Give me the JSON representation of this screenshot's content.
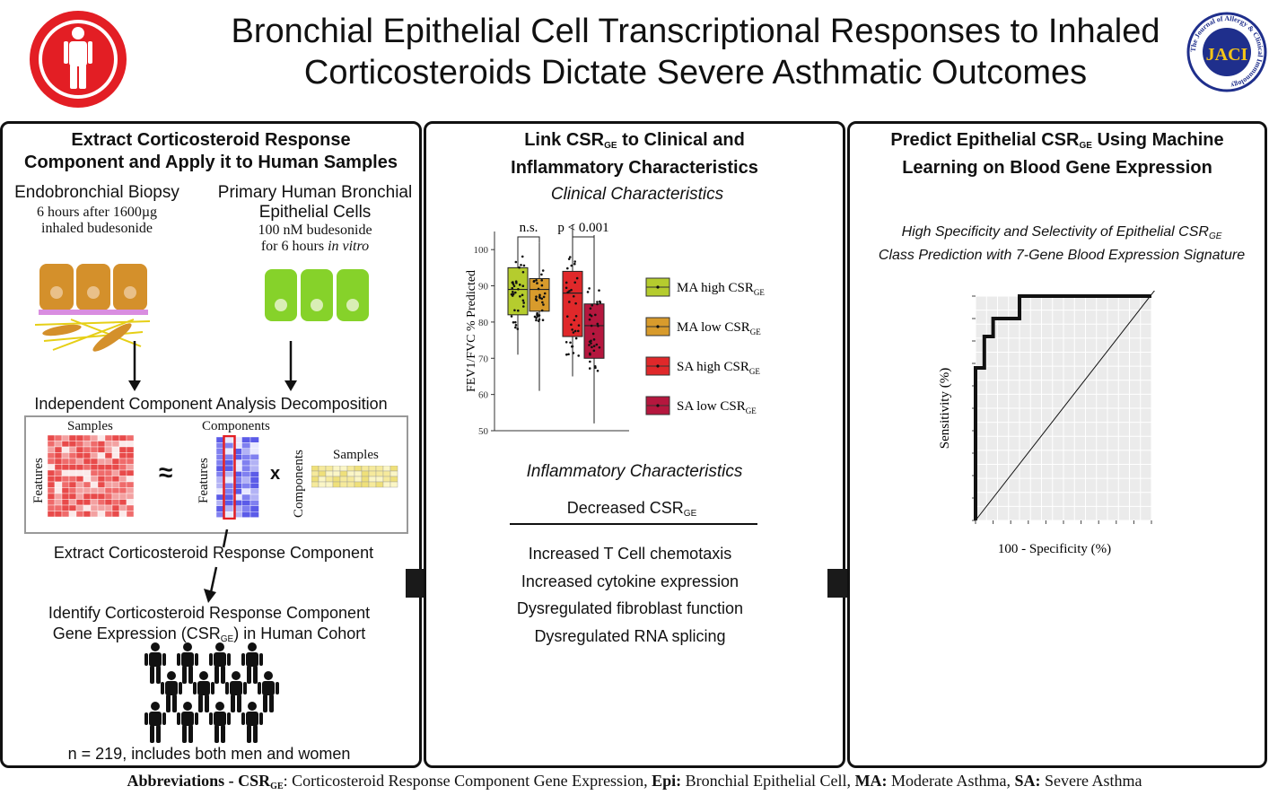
{
  "header": {
    "title_line1": "Bronchial Epithelial Cell Transcriptional Responses to Inhaled",
    "title_line2": "Corticosteroids Dictate Severe Asthmatic Outcomes",
    "journal_logo_text": "JACI",
    "journal_ring_text": "The Journal of Allergy & Clinical Immunology"
  },
  "panel1": {
    "title_line1": "Extract Corticosteroid Response",
    "title_line2": "Component and Apply it to Human Samples",
    "left_heading": "Endobronchial Biopsy",
    "left_sub1": "6 hours after 1600µg",
    "left_sub2": "inhaled budesonide",
    "right_heading1": "Primary Human Bronchial",
    "right_heading2": "Epithelial Cells",
    "right_sub1": "100 nM budesonide",
    "right_sub2_pre": "for 6 hours ",
    "right_sub2_it": "in vitro",
    "ica_title": "Independent Component Analysis Decomposition",
    "m1_top": "Samples",
    "m1_side": "Features",
    "approx": "≈",
    "m2_top": "Components",
    "m2_side": "Features",
    "times": "x",
    "m3_top": "Samples",
    "m3_side": "Components",
    "extract_label": "Extract Corticosteroid Response Component",
    "identify_line1": "Identify Corticosteroid Response Component",
    "identify_line2_pre": "Gene Expression (CSR",
    "identify_line2_sub": "GE",
    "identify_line2_post": ") in Human Cohort",
    "cohort_note": "n = 219, includes both men and women"
  },
  "panel2": {
    "title_line1_pre": "Link CSR",
    "title_line1_sub": "GE",
    "title_line1_post": " to Clinical and",
    "title_line2": "Inflammatory Characteristics",
    "clinical_heading": "Clinical Characteristics",
    "inflammatory_heading": "Inflammatory Characteristics",
    "decreased_pre": "Decreased CSR",
    "decreased_sub": "GE",
    "findings": [
      "Increased T Cell chemotaxis",
      "Increased cytokine expression",
      "Dysregulated fibroblast function",
      "Dysregulated RNA splicing"
    ]
  },
  "chart_data": [
    {
      "type": "box",
      "ylabel": "FEV1/FVC % Predicted",
      "ylim": [
        50,
        105
      ],
      "yticks": [
        50,
        60,
        70,
        80,
        90,
        100
      ],
      "sig_labels": [
        "n.s.",
        "p < 0.001"
      ],
      "series": [
        {
          "name": "MA high CSR",
          "name_sub": "GE",
          "color": "#b5cc2e",
          "min": 71,
          "q1": 82,
          "median": 89,
          "q3": 95,
          "max": 103
        },
        {
          "name": "MA low CSR",
          "name_sub": "GE",
          "color": "#d89b2c",
          "min": 61,
          "q1": 83,
          "median": 89,
          "q3": 92,
          "max": 102
        },
        {
          "name": "SA high CSR",
          "name_sub": "GE",
          "color": "#e0282a",
          "min": 65,
          "q1": 76,
          "median": 88,
          "q3": 94,
          "max": 107
        },
        {
          "name": "SA low CSR",
          "name_sub": "GE",
          "color": "#b5173e",
          "min": 52,
          "q1": 70,
          "median": 79,
          "q3": 85,
          "max": 104
        }
      ]
    },
    {
      "type": "line",
      "title_line1_pre": "High Specificity and Selectivity of Epithelial CSR",
      "title_line1_sub": "GE",
      "title_line2": "Class Prediction with 7-Gene Blood Expression Signature",
      "xlabel": "100 - Specificity (%)",
      "ylabel": "Sensitivity (%)",
      "xlim": [
        0,
        100
      ],
      "ylim": [
        0,
        100
      ],
      "grid": true,
      "series": [
        {
          "name": "",
          "x": [
            0,
            0,
            5,
            5,
            10,
            10,
            25,
            25,
            100
          ],
          "y": [
            0,
            68,
            68,
            82,
            82,
            90,
            90,
            100,
            100
          ]
        }
      ],
      "reference_line": [
        [
          0,
          0
        ],
        [
          100,
          100
        ]
      ]
    }
  ],
  "panel3": {
    "title_line1_pre": "Predict Epithelial CSR",
    "title_line1_sub": "GE",
    "title_line1_post": " Using Machine",
    "title_line2": "Learning on Blood Gene Expression"
  },
  "footer": {
    "label": "Abbreviations - ",
    "items": [
      {
        "term": "CSR",
        "sub": "GE",
        "def": ": Corticosteroid Response Component Gene Expression,  "
      },
      {
        "term": "Epi:",
        "sub": "",
        "def": " Bronchial Epithelial Cell,  "
      },
      {
        "term": "MA:",
        "sub": "",
        "def": " Moderate Asthma,  "
      },
      {
        "term": "SA:",
        "sub": "",
        "def": " Severe Asthma"
      }
    ]
  }
}
